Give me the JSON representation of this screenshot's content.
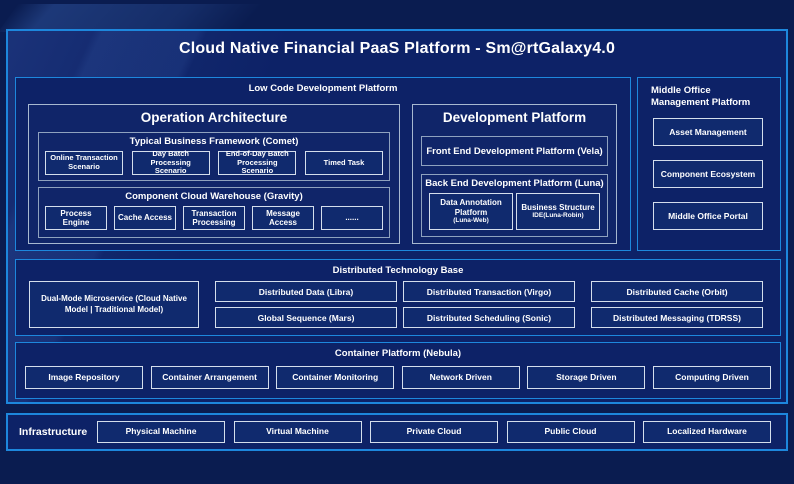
{
  "title": "Cloud Native Financial PaaS Platform - Sm@rtGalaxy4.0",
  "colors": {
    "background": "#0a1c50",
    "panel": "#0d2267",
    "accent_azure_border": "#1d87dd",
    "gray_border": "#a7b8d0",
    "white_border": "#d4deec",
    "text": "#ffffff"
  },
  "low_code": {
    "label": "Low Code Development Platform",
    "operation_architecture": {
      "title": "Operation Architecture",
      "comet": {
        "title": "Typical Business Framework (Comet)",
        "items": [
          "Online Transaction Scenario",
          "Day Batch Processing Scenario",
          "End-of-Day Batch Processing Scenario",
          "Timed Task"
        ]
      },
      "gravity": {
        "title": "Component Cloud Warehouse (Gravity)",
        "items": [
          "Process Engine",
          "Cache Access",
          "Transaction Processing",
          "Message Access",
          "......"
        ]
      }
    },
    "development_platform": {
      "title": "Development Platform",
      "front_end": "Front End Development Platform (Vela)",
      "back_end": {
        "title": "Back End Development Platform (Luna)",
        "items": [
          {
            "main": "Data Annotation Platform",
            "sub": "(Luna-Web)"
          },
          {
            "main": "Business Structure",
            "sub": "IDE(Luna-Robin)"
          }
        ]
      }
    }
  },
  "middle_office": {
    "title": "Middle Office Management Platform",
    "items": [
      "Asset Management",
      "Component Ecosystem",
      "Middle Office Portal"
    ]
  },
  "distributed": {
    "title": "Distributed Technology Base",
    "dual_mode": "Dual-Mode Microservice (Cloud Native Model | Traditional Model)",
    "columns": [
      [
        "Distributed Data (Libra)",
        "Global Sequence (Mars)"
      ],
      [
        "Distributed Transaction (Virgo)",
        "Distributed Scheduling (Sonic)"
      ],
      [
        "Distributed Cache (Orbit)",
        "Distributed Messaging (TDRSS)"
      ]
    ]
  },
  "container_platform": {
    "title": "Container Platform (Nebula)",
    "items": [
      "Image Repository",
      "Container Arrangement",
      "Container Monitoring",
      "Network Driven",
      "Storage Driven",
      "Computing Driven"
    ]
  },
  "infrastructure": {
    "label": "Infrastructure",
    "items": [
      "Physical Machine",
      "Virtual Machine",
      "Private Cloud",
      "Public Cloud",
      "Localized Hardware"
    ]
  }
}
